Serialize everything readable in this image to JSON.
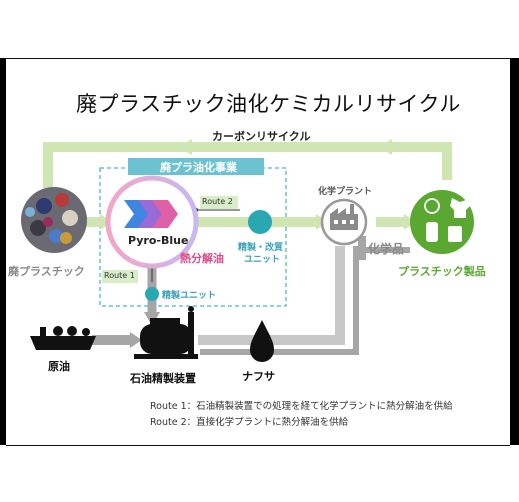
{
  "title": "廃プラスチック油化ケミカルリサイクル",
  "carbon_recycle_label": "カーボンリサイクル",
  "business_box_label": "廃プラ油化事業",
  "nodes": {
    "waste_plastic": "廃プラスチック",
    "pyro_blue": "Pyro-Blue",
    "pyrolysis_oil": "熱分解油",
    "refining_reforming_unit_line1": "精製・改質",
    "refining_reforming_unit_line2": "ユニット",
    "refining_unit": "精製ユニット",
    "chemical_plant": "化学プラント",
    "chemicals": "化学品",
    "plastic_products": "プラスチック製品",
    "crude_oil": "原油",
    "refinery": "石油精製装置",
    "naphtha": "ナフサ"
  },
  "routes": {
    "route1_tag": "Route 1",
    "route2_tag": "Route 2"
  },
  "notes": [
    "Route 1：石油精製装置での処理を経て化学プラントに熱分解油を供給",
    "Route 2：直接化学プラントに熱分解油を供給"
  ],
  "colors": {
    "green_flow": "#cfe6b2",
    "green_dark": "#5aa832",
    "gray_flow": "#a6a6a6",
    "teal": "#2aa8b2",
    "teal_label": "#3aa0b8",
    "pink_ring": "#f2a0c0",
    "pink_text": "#e04a8a",
    "dashed_box": "#4ab8c8"
  },
  "icons": [
    "mixed-plastic-waste-photo",
    "pyro-blue-logo",
    "factory-icon",
    "plastic-products-icon",
    "ship-icon",
    "refinery-icon",
    "drop-icon"
  ]
}
